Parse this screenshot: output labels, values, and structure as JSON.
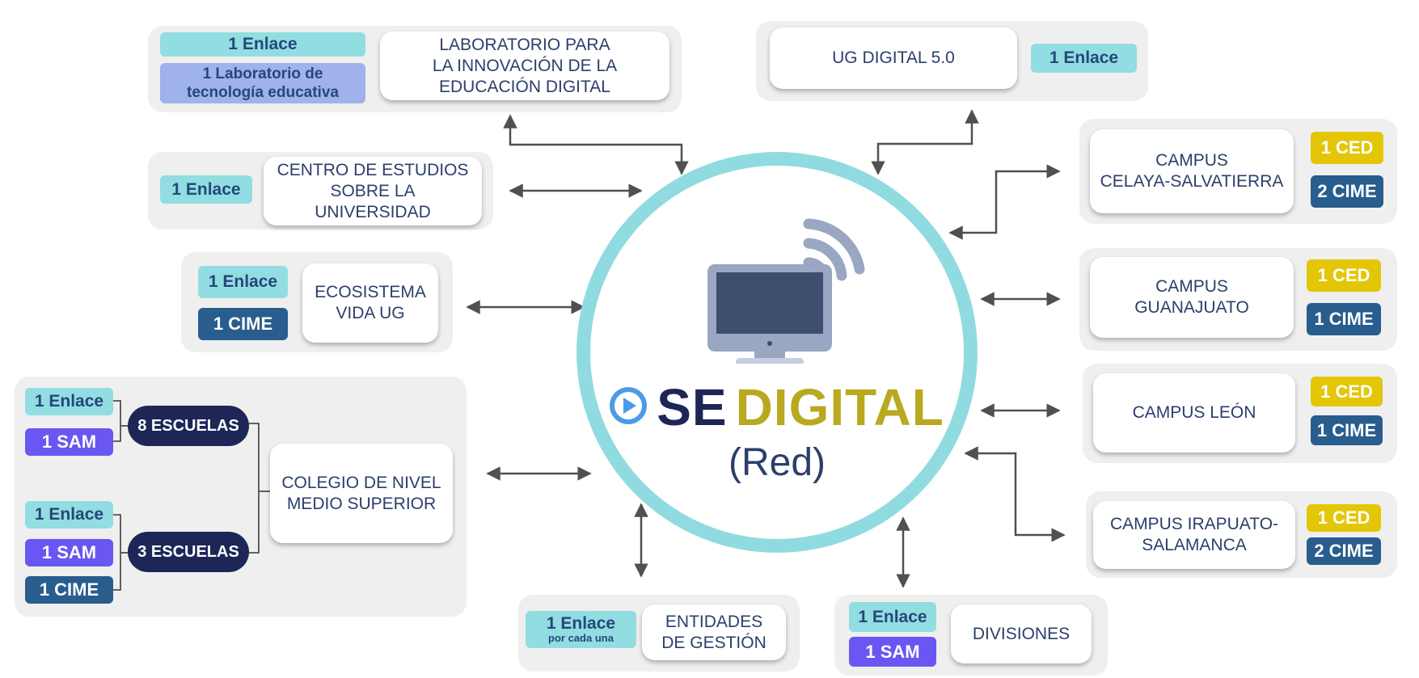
{
  "hub": {
    "brand_se": "SE",
    "brand_digital": "DIGITAL",
    "subtitle": "(Red)"
  },
  "nodes": {
    "laboratorio": {
      "title": "LABORATORIO PARA\nLA INNOVACIÓN DE LA\nEDUCACIÓN DIGITAL",
      "enlace": "1 Enlace",
      "lab": "1 Laboratorio de\ntecnología educativa"
    },
    "ug_digital": {
      "title": "UG DIGITAL 5.0",
      "enlace": "1 Enlace"
    },
    "centro_estudios": {
      "title": "CENTRO DE ESTUDIOS\nSOBRE LA\nUNIVERSIDAD",
      "enlace": "1 Enlace"
    },
    "ecosistema": {
      "title": "ECOSISTEMA\nVIDA UG",
      "enlace": "1 Enlace",
      "cime": "1 CIME"
    },
    "colegio": {
      "title": "COLEGIO DE NIVEL\nMEDIO SUPERIOR",
      "group1": {
        "label": "8 ESCUELAS",
        "enlace": "1 Enlace",
        "sam": "1 SAM"
      },
      "group2": {
        "label": "3 ESCUELAS",
        "enlace": "1 Enlace",
        "sam": "1 SAM",
        "cime": "1 CIME"
      }
    },
    "entidades": {
      "title": "ENTIDADES\nDE GESTIÓN",
      "enlace": "1 Enlace",
      "enlace_note": "por cada una"
    },
    "divisiones": {
      "title": "DIVISIONES",
      "enlace": "1 Enlace",
      "sam": "1 SAM"
    },
    "celaya": {
      "title": "CAMPUS\nCELAYA-SALVATIERRA",
      "ced": "1 CED",
      "cime": "2 CIME"
    },
    "guanajuato": {
      "title": "CAMPUS\nGUANAJUATO",
      "ced": "1 CED",
      "cime": "1 CIME"
    },
    "leon": {
      "title": "CAMPUS LEÓN",
      "ced": "1 CED",
      "cime": "1 CIME"
    },
    "irapuato": {
      "title": "CAMPUS IRAPUATO-\nSALAMANCA",
      "ced": "1 CED",
      "cime": "2 CIME"
    }
  },
  "colors": {
    "accent_ring": "#90dbe0",
    "enlace": "#92dde1",
    "cime": "#285d8e",
    "ced": "#e3c608",
    "sam": "#6a56f2",
    "escuela": "#1d2657",
    "brand_gold": "#b9a920"
  }
}
